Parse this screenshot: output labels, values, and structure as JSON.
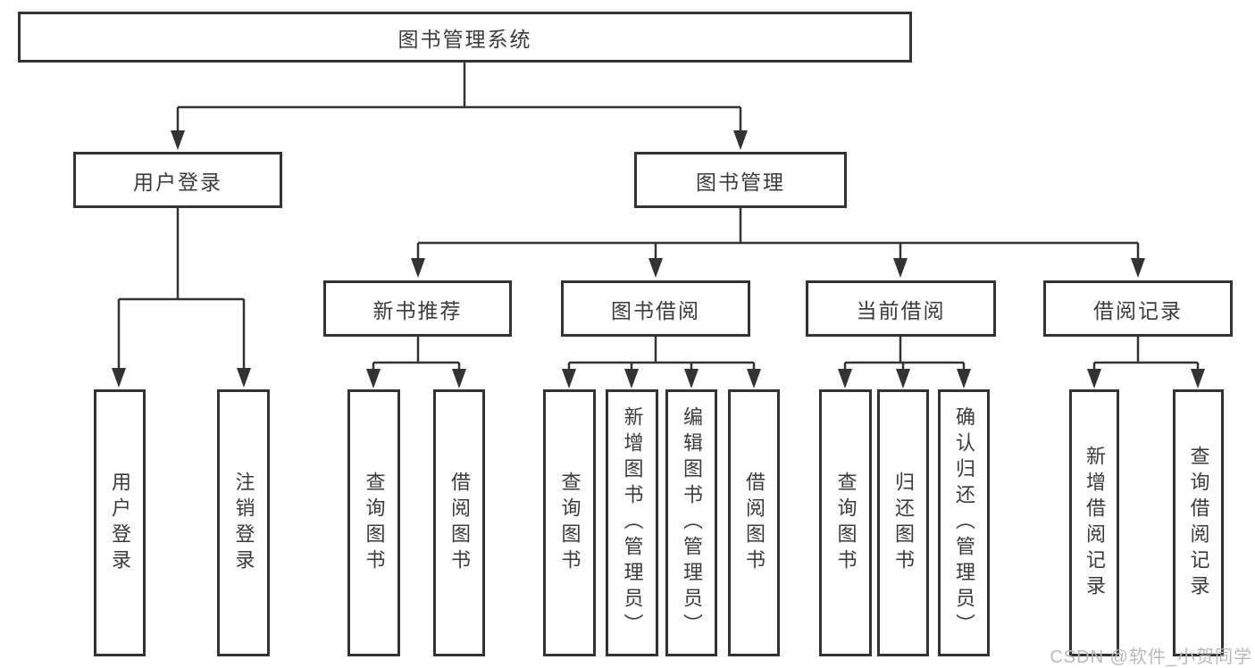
{
  "diagram": {
    "nodes": {
      "root": "图书管理系统",
      "user_login": "用户登录",
      "book_mgmt": "图书管理",
      "new_book_rec": "新书推荐",
      "book_borrow": "图书借阅",
      "current_borrow": "当前借阅",
      "borrow_record": "借阅记录",
      "leaf_user_login": "用户登录",
      "leaf_logout": "注销登录",
      "leaf_nb_query": "查询图书",
      "leaf_nb_borrow": "借阅图书",
      "leaf_bb_query": "查询图书",
      "leaf_bb_add": "新增图书（管理员）",
      "leaf_bb_edit": "编辑图书（管理员）",
      "leaf_bb_borrow": "借阅图书",
      "leaf_cb_query": "查询图书",
      "leaf_cb_return": "归还图书",
      "leaf_cb_confirm": "确认归还（管理员）",
      "leaf_br_add": "新增借阅记录",
      "leaf_br_query": "查询借阅记录"
    }
  },
  "watermark": {
    "text": "CSDN @软件_小贺同学"
  },
  "colors": {
    "line": "#333333",
    "text": "#3b3b3b",
    "watermark": "#b9b9b9",
    "background": "#ffffff"
  }
}
